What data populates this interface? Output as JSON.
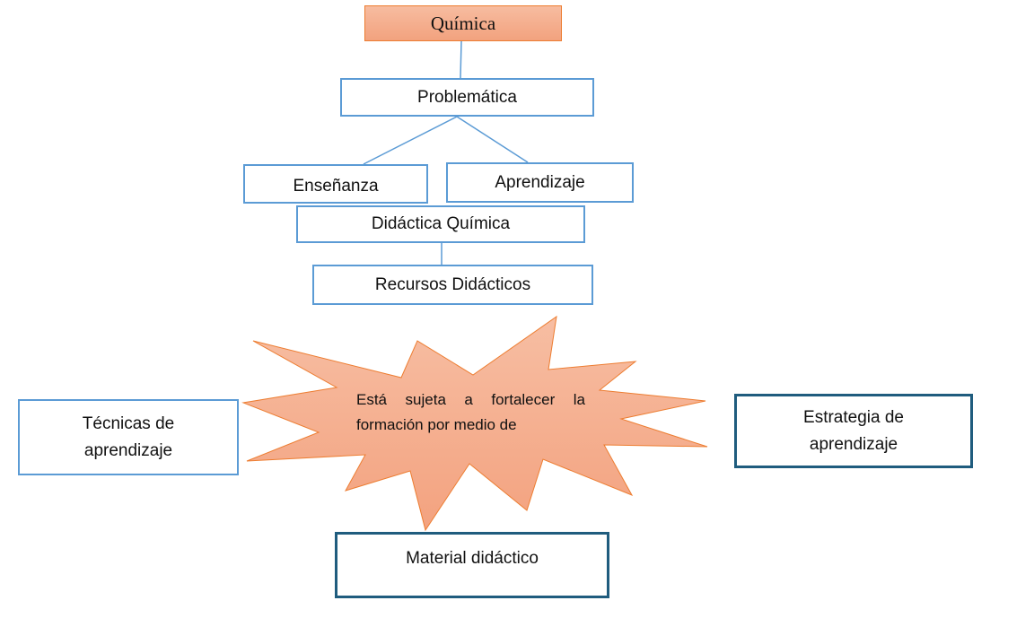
{
  "diagram": {
    "root": "Química",
    "problematica": "Problemática",
    "ensenanza": "Enseñanza",
    "aprendizaje": "Aprendizaje",
    "didactica_quimica": "Didáctica Química",
    "recursos_didacticos": "Recursos Didácticos",
    "starburst_text": "Está sujeta a fortalecer la formación por medio de",
    "tecnicas": "Técnicas de aprendizaje",
    "estrategia": "Estrategia de aprendizaje",
    "material": "Material didáctico"
  },
  "colors": {
    "root_fill": "#f4ac8a",
    "root_border": "#ed7d31",
    "box_border_blue": "#5b9bd5",
    "box_border_teal": "#1f5c7e",
    "star_fill": "#f4ac8a",
    "star_border": "#ed7d31",
    "connector": "#5b9bd5"
  }
}
